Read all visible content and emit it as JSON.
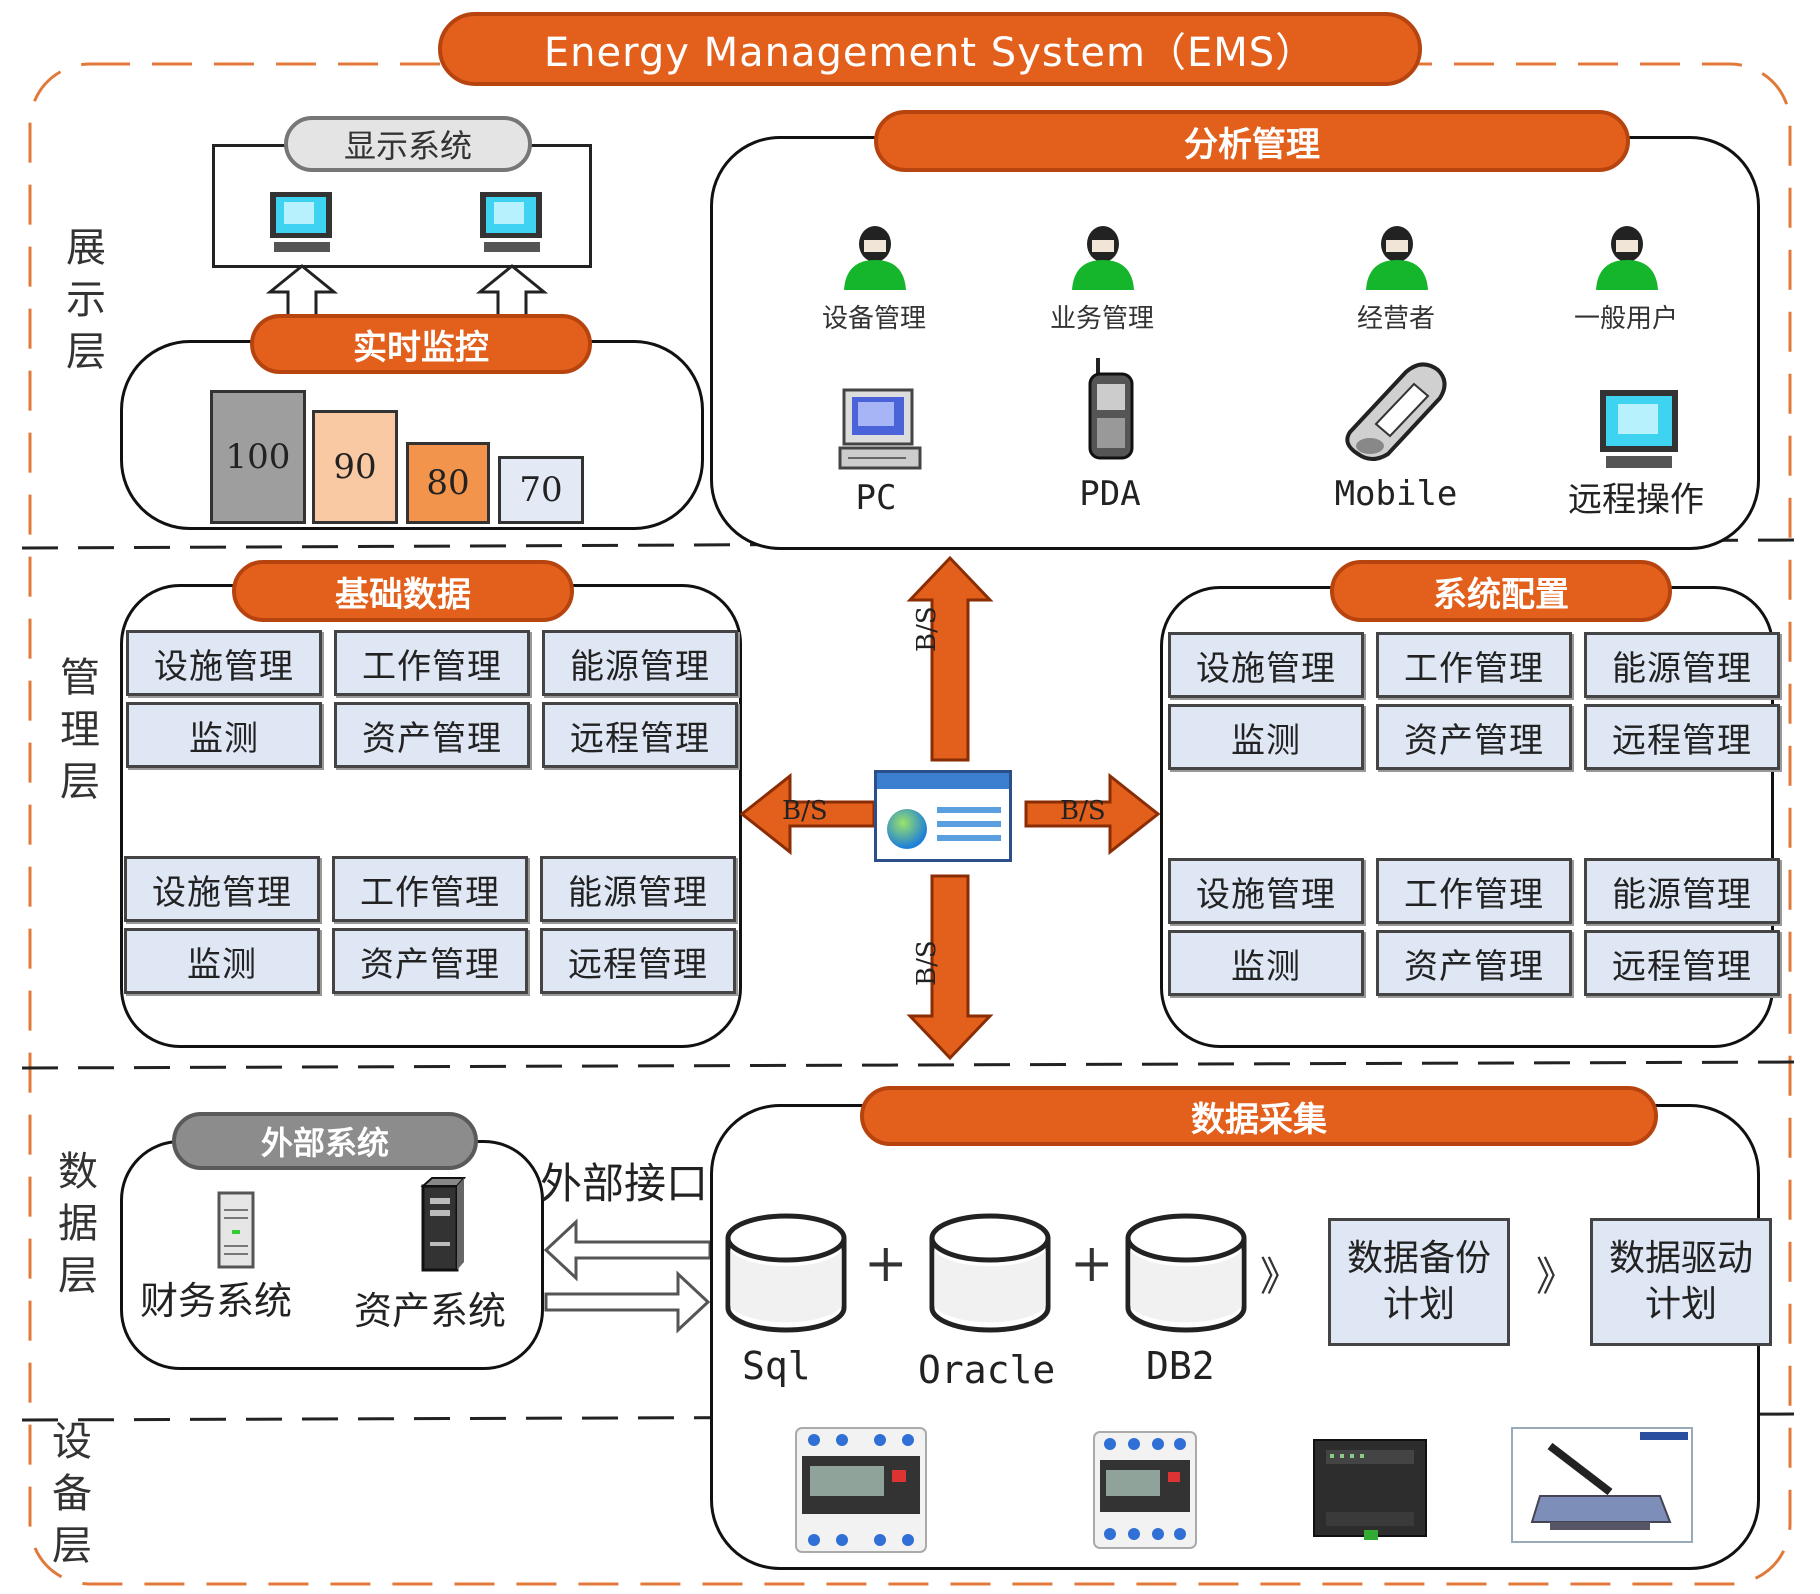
{
  "title": "Energy  Management System（EMS）",
  "layers": [
    "展示层",
    "管理层",
    "数据层",
    "设备层"
  ],
  "display": {
    "header": "显示系统",
    "realtime": "实时监控",
    "bars": [
      {
        "value": "100",
        "color": "#9e9e9e"
      },
      {
        "value": "90",
        "color": "#f8c9a2"
      },
      {
        "value": "80",
        "color": "#f2944b"
      },
      {
        "value": "70",
        "color": "#e3e9f5"
      }
    ]
  },
  "analysis": {
    "header": "分析管理",
    "roles": [
      "设备管理",
      "业务管理",
      "经营者",
      "一般用户"
    ],
    "devices": [
      "PC",
      "PDA",
      "Mobile",
      "远程操作"
    ]
  },
  "basic_data": {
    "header": "基础数据",
    "cells": [
      "设施管理",
      "工作管理",
      "能源管理",
      "监测",
      "资产管理",
      "远程管理",
      "设施管理",
      "工作管理",
      "能源管理",
      "监测",
      "资产管理",
      "远程管理"
    ]
  },
  "system_config": {
    "header": "系统配置",
    "cells": [
      "设施管理",
      "工作管理",
      "能源管理",
      "监测",
      "资产管理",
      "远程管理",
      "设施管理",
      "工作管理",
      "能源管理",
      "监测",
      "资产管理",
      "远程管理"
    ]
  },
  "arrow_label": "B/S",
  "external": {
    "header": "外部系统",
    "finance": "财务系统",
    "assets": "资产系统",
    "interface": "外部接口"
  },
  "collection": {
    "header": "数据采集",
    "databases": [
      "Sql",
      "Oracle",
      "DB2"
    ],
    "plus": "+",
    "chevron": "》",
    "backup_plan": "数据备份计划",
    "driver_plan": "数据驱动计划"
  },
  "colors": {
    "accent": "#e35f1c",
    "dashed": "#e0793a",
    "cell_fill": "#dfe7f4"
  }
}
